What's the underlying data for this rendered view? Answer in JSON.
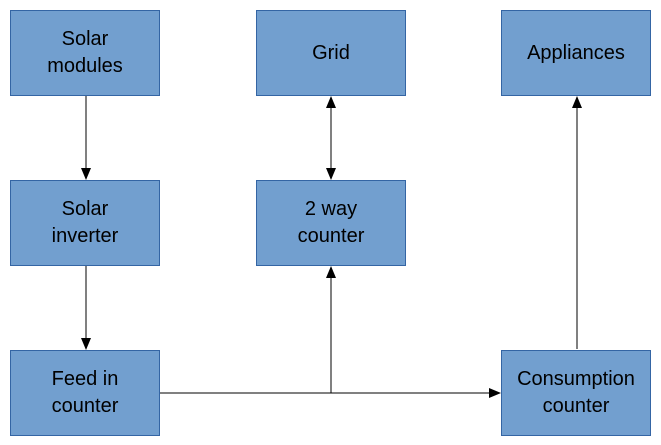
{
  "colors": {
    "node_fill": "#729fcf",
    "node_border": "#3465a4",
    "connector": "#000000"
  },
  "nodes": {
    "solar_modules": "Solar\nmodules",
    "grid": "Grid",
    "appliances": "Appliances",
    "solar_inverter": "Solar\ninverter",
    "two_way_counter": "2 way\ncounter",
    "feed_in_counter": "Feed in\ncounter",
    "consumption_counter": "Consumption\ncounter"
  },
  "edges": [
    {
      "from": "solar_modules",
      "to": "solar_inverter",
      "direction": "forward"
    },
    {
      "from": "solar_inverter",
      "to": "feed_in_counter",
      "direction": "forward"
    },
    {
      "from": "feed_in_counter",
      "to": "consumption_counter",
      "direction": "forward"
    },
    {
      "from": "feed_in_counter",
      "to": "two_way_counter",
      "direction": "forward"
    },
    {
      "from": "two_way_counter",
      "to": "grid",
      "direction": "both"
    },
    {
      "from": "consumption_counter",
      "to": "appliances",
      "direction": "forward"
    }
  ]
}
